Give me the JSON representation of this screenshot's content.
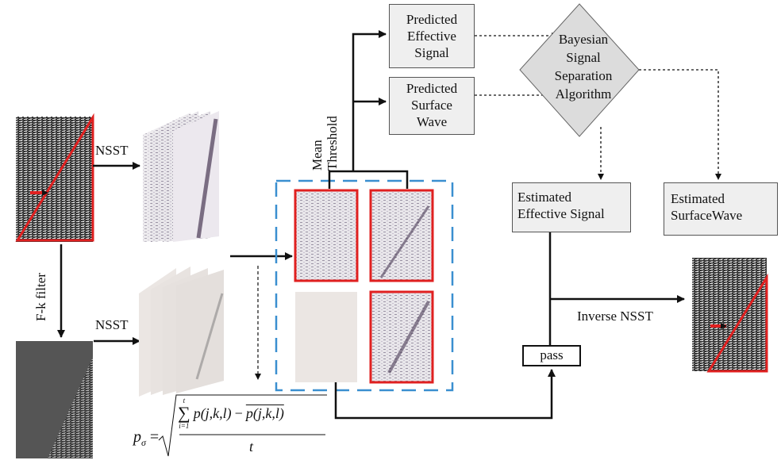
{
  "labels": {
    "nsst_top": "NSST",
    "nsst_bottom": "NSST",
    "fk_filter": "F-k filter",
    "mean_threshold_line1": "Mean",
    "mean_threshold_line2": "Threshold",
    "inverse_nsst": "Inverse NSST",
    "pass": "pass"
  },
  "boxes": {
    "predicted_effective": [
      "Predicted",
      "Effective",
      "Signal"
    ],
    "predicted_surface": [
      "Predicted",
      "Surface",
      "Wave"
    ],
    "bayesian": [
      "Bayesian",
      "Signal",
      "Separation",
      "Algorithm"
    ],
    "estimated_effective": [
      "Estimated",
      "Effective Signal"
    ],
    "estimated_surface": [
      "Estimated",
      "SurfaceWave"
    ]
  },
  "formula": {
    "lhs": "p",
    "lhs_sub": "σ",
    "sum_upper": "t",
    "sum_lower": "i=1",
    "term": "p(j,k,l)",
    "mean_term": "p(j,k,l)",
    "denominator": "t"
  },
  "colors": {
    "red": "#e02020",
    "blue_dashed": "#3a8fd0",
    "box_fill": "#efefef"
  }
}
